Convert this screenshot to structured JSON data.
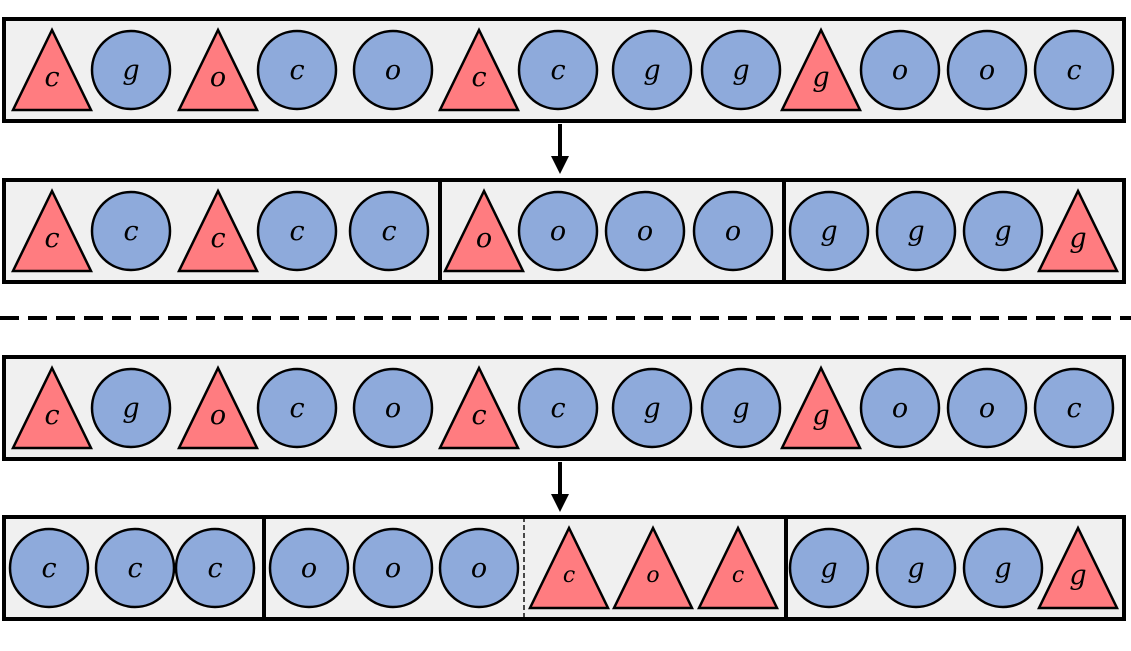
{
  "colors": {
    "circle": "#8eaadb",
    "triangle": "#ff7c80",
    "box_fill": "#f0f0f0",
    "outline": "#000000"
  },
  "top_panel": {
    "input_row": [
      {
        "shape": "triangle",
        "label": "c"
      },
      {
        "shape": "circle",
        "label": "g"
      },
      {
        "shape": "triangle",
        "label": "o"
      },
      {
        "shape": "circle",
        "label": "c"
      },
      {
        "shape": "circle",
        "label": "o"
      },
      {
        "shape": "triangle",
        "label": "c"
      },
      {
        "shape": "circle",
        "label": "c"
      },
      {
        "shape": "circle",
        "label": "g"
      },
      {
        "shape": "circle",
        "label": "g"
      },
      {
        "shape": "triangle",
        "label": "g"
      },
      {
        "shape": "circle",
        "label": "o"
      },
      {
        "shape": "circle",
        "label": "o"
      },
      {
        "shape": "circle",
        "label": "c"
      }
    ],
    "output_groups": [
      [
        {
          "shape": "triangle",
          "label": "c"
        },
        {
          "shape": "circle",
          "label": "c"
        },
        {
          "shape": "triangle",
          "label": "c"
        },
        {
          "shape": "circle",
          "label": "c"
        },
        {
          "shape": "circle",
          "label": "c"
        }
      ],
      [
        {
          "shape": "triangle",
          "label": "o"
        },
        {
          "shape": "circle",
          "label": "o"
        },
        {
          "shape": "circle",
          "label": "o"
        },
        {
          "shape": "circle",
          "label": "o"
        }
      ],
      [
        {
          "shape": "circle",
          "label": "g"
        },
        {
          "shape": "circle",
          "label": "g"
        },
        {
          "shape": "circle",
          "label": "g"
        },
        {
          "shape": "triangle",
          "label": "g"
        }
      ]
    ]
  },
  "bottom_panel": {
    "input_row": [
      {
        "shape": "triangle",
        "label": "c"
      },
      {
        "shape": "circle",
        "label": "g"
      },
      {
        "shape": "triangle",
        "label": "o"
      },
      {
        "shape": "circle",
        "label": "c"
      },
      {
        "shape": "circle",
        "label": "o"
      },
      {
        "shape": "triangle",
        "label": "c"
      },
      {
        "shape": "circle",
        "label": "c"
      },
      {
        "shape": "circle",
        "label": "g"
      },
      {
        "shape": "circle",
        "label": "g"
      },
      {
        "shape": "triangle",
        "label": "g"
      },
      {
        "shape": "circle",
        "label": "o"
      },
      {
        "shape": "circle",
        "label": "o"
      },
      {
        "shape": "circle",
        "label": "c"
      }
    ],
    "output_groups": [
      [
        {
          "shape": "circle",
          "label": "c"
        },
        {
          "shape": "circle",
          "label": "c"
        },
        {
          "shape": "circle",
          "label": "c"
        }
      ],
      [
        {
          "shape": "circle",
          "label": "o"
        },
        {
          "shape": "circle",
          "label": "o"
        },
        {
          "shape": "circle",
          "label": "o"
        }
      ],
      [
        {
          "shape": "triangle",
          "label": "c"
        },
        {
          "shape": "triangle",
          "label": "o"
        },
        {
          "shape": "triangle",
          "label": "c"
        }
      ],
      [
        {
          "shape": "circle",
          "label": "g"
        },
        {
          "shape": "circle",
          "label": "g"
        },
        {
          "shape": "circle",
          "label": "g"
        },
        {
          "shape": "triangle",
          "label": "g"
        }
      ]
    ],
    "dashed_divider_after_group": 1
  }
}
